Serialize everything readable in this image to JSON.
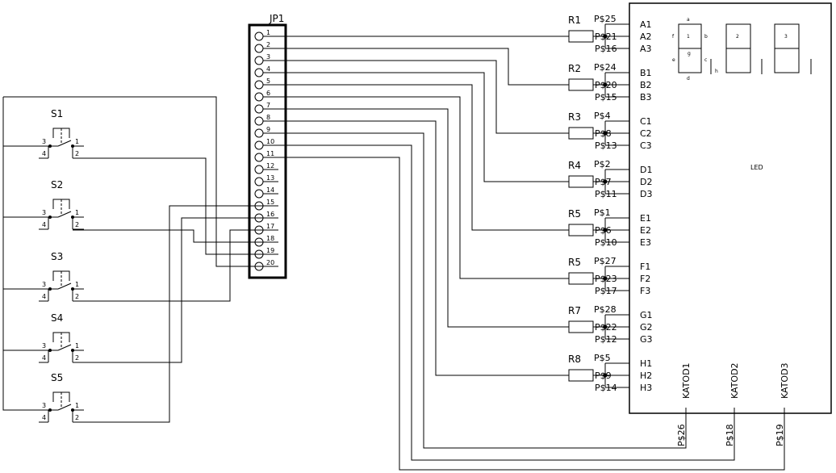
{
  "connector": {
    "name": "JP1",
    "pins": [
      "1",
      "2",
      "3",
      "4",
      "5",
      "6",
      "7",
      "8",
      "9",
      "10",
      "11",
      "12",
      "13",
      "14",
      "15",
      "16",
      "17",
      "18",
      "19",
      "20"
    ]
  },
  "switches": [
    {
      "name": "S1",
      "p3": "3",
      "p4": "4",
      "p1": "1",
      "p2": "2"
    },
    {
      "name": "S2",
      "p3": "3",
      "p4": "4",
      "p1": "1",
      "p2": "2"
    },
    {
      "name": "S3",
      "p3": "3",
      "p4": "4",
      "p1": "1",
      "p2": "2"
    },
    {
      "name": "S4",
      "p3": "3",
      "p4": "4",
      "p1": "1",
      "p2": "2"
    },
    {
      "name": "S5",
      "p3": "3",
      "p4": "4",
      "p1": "1",
      "p2": "2"
    }
  ],
  "resistors": [
    {
      "name": "R1",
      "pads": [
        "P$25",
        "P$21",
        "P$16"
      ]
    },
    {
      "name": "R2",
      "pads": [
        "P$24",
        "P$20",
        "P$15"
      ]
    },
    {
      "name": "R3",
      "pads": [
        "P$4",
        "P$8",
        "P$13"
      ]
    },
    {
      "name": "R4",
      "pads": [
        "P$2",
        "P$7",
        "P$11"
      ]
    },
    {
      "name": "R5",
      "pads": [
        "P$1",
        "P$6",
        "P$10"
      ]
    },
    {
      "name": "R5",
      "pads": [
        "P$27",
        "P$23",
        "P$17"
      ]
    },
    {
      "name": "R7",
      "pads": [
        "P$28",
        "P$22",
        "P$12"
      ]
    },
    {
      "name": "R8",
      "pads": [
        "P$5",
        "P$9",
        "P$14"
      ]
    }
  ],
  "led": {
    "label": "LED",
    "segment_pins": [
      [
        "A1",
        "A2",
        "A3"
      ],
      [
        "B1",
        "B2",
        "B3"
      ],
      [
        "C1",
        "C2",
        "C3"
      ],
      [
        "D1",
        "D2",
        "D3"
      ],
      [
        "E1",
        "E2",
        "E3"
      ],
      [
        "F1",
        "F2",
        "F3"
      ],
      [
        "G1",
        "G2",
        "G3"
      ],
      [
        "H1",
        "H2",
        "H3"
      ]
    ],
    "cathodes": [
      "KATOD1",
      "KATOD2",
      "KATOD3"
    ],
    "cathode_pads": [
      "P$26",
      "P$18",
      "P$19"
    ],
    "digits": [
      "1",
      "2",
      "3"
    ],
    "segments": {
      "a": "a",
      "b": "b",
      "c": "c",
      "d": "d",
      "e": "e",
      "f": "f",
      "g": "g",
      "h": "h"
    }
  },
  "colors": {
    "line": "#000000",
    "background": "#ffffff"
  }
}
